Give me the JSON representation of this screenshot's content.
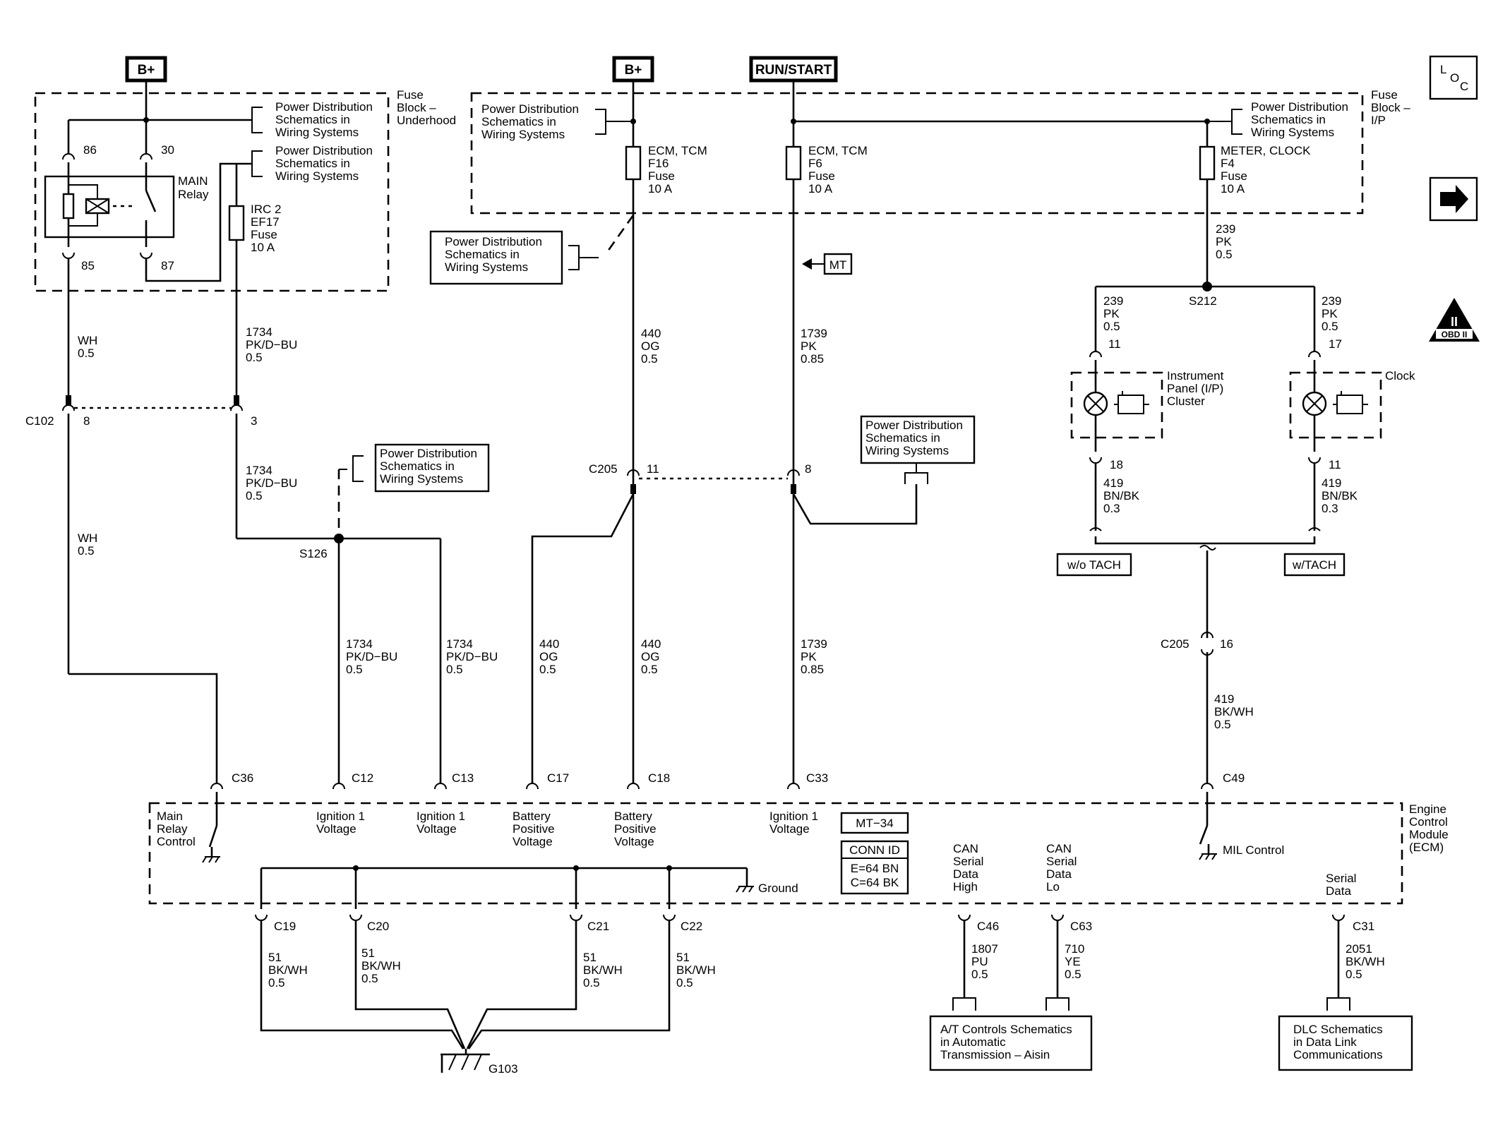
{
  "power": {
    "bplus_left": "B+",
    "bplus_center": "B+",
    "run_start": "RUN/START",
    "mt_tag": "MT",
    "mt34": "MT−34",
    "conn_id": "CONN ID",
    "conn_e": "E=64 BN",
    "conn_c": "C=64 BK"
  },
  "fuse_blocks": {
    "underhood": [
      "Fuse",
      "Block –",
      "Underhood"
    ],
    "ip": [
      "Fuse",
      "Block –",
      "I/P"
    ]
  },
  "ref": [
    "Power Distribution",
    "Schematics in",
    "Wiring Systems"
  ],
  "relay": {
    "name": [
      "MAIN",
      "Relay"
    ],
    "pins": [
      "86",
      "30",
      "85",
      "87"
    ]
  },
  "fuses": {
    "irc2": [
      "IRC 2",
      "EF17",
      "Fuse",
      "10 A"
    ],
    "f16": [
      "ECM, TCM",
      "F16",
      "Fuse",
      "10 A"
    ],
    "f6": [
      "ECM, TCM",
      "F6",
      "Fuse",
      "10 A"
    ],
    "f4": [
      "METER, CLOCK",
      "F4",
      "Fuse",
      "10 A"
    ]
  },
  "wires": {
    "wh_top": [
      "WH",
      "0.5"
    ],
    "wh_mid": [
      "WH",
      "0.5"
    ],
    "pk_dbu_1": [
      "1734",
      "PK/D−BU",
      "0.5"
    ],
    "pk_dbu_2": [
      "1734",
      "PK/D−BU",
      "0.5"
    ],
    "pk_dbu_3": [
      "1734",
      "PK/D−BU",
      "0.5"
    ],
    "pk_dbu_4": [
      "1734",
      "PK/D−BU",
      "0.5"
    ],
    "og_top": [
      "440",
      "OG",
      "0.5"
    ],
    "og_b1": [
      "440",
      "OG",
      "0.5"
    ],
    "og_b2": [
      "440",
      "OG",
      "0.5"
    ],
    "pk_top": [
      "1739",
      "PK",
      "0.85"
    ],
    "pk_bot": [
      "1739",
      "PK",
      "0.85"
    ],
    "p239_top": [
      "239",
      "PK",
      "0.5"
    ],
    "p239_l": [
      "239",
      "PK",
      "0.5"
    ],
    "p239_r": [
      "239",
      "PK",
      "0.5"
    ],
    "bnbk_l": [
      "419",
      "BN/BK",
      "0.3"
    ],
    "bnbk_r": [
      "419",
      "BN/BK",
      "0.3"
    ],
    "bkwh_419": [
      "419",
      "BK/WH",
      "0.5"
    ],
    "g1": [
      "51",
      "BK/WH",
      "0.5"
    ],
    "g2": [
      "51",
      "BK/WH",
      "0.5"
    ],
    "g3": [
      "51",
      "BK/WH",
      "0.5"
    ],
    "g4": [
      "51",
      "BK/WH",
      "0.5"
    ],
    "pu": [
      "1807",
      "PU",
      "0.5"
    ],
    "ye": [
      "710",
      "YE",
      "0.5"
    ],
    "bkwh_2051": [
      "2051",
      "BK/WH",
      "0.5"
    ]
  },
  "connectors": {
    "c102": "C102",
    "c102_pin_a": "8",
    "c102_pin_b": "3",
    "c205": "C205",
    "c205_pin_a": "11",
    "c205_pin_b": "8",
    "c205b": "C205",
    "c205b_pin": "16",
    "s126": "S126",
    "s212": "S212",
    "ipc_pin_top": "11",
    "ipc_pin_bot": "18",
    "clk_pin_top": "17",
    "clk_pin_bot": "11",
    "c36": "C36",
    "c12": "C12",
    "c13": "C13",
    "c17": "C17",
    "c18": "C18",
    "c33": "C33",
    "c49": "C49",
    "c19": "C19",
    "c20": "C20",
    "c21": "C21",
    "c22": "C22",
    "c46": "C46",
    "c63": "C63",
    "c31": "C31",
    "g103": "G103"
  },
  "components": {
    "ipc": [
      "Instrument",
      "Panel (I/P)",
      "Cluster"
    ],
    "clock": "Clock",
    "wo_tach": "w/o TACH",
    "w_tach": "w/TACH"
  },
  "ecm": {
    "name": [
      "Engine",
      "Control",
      "Module",
      "(ECM)"
    ],
    "main_relay": [
      "Main",
      "Relay",
      "Control"
    ],
    "ign1_a": [
      "Ignition 1",
      "Voltage"
    ],
    "ign1_b": [
      "Ignition 1",
      "Voltage"
    ],
    "batt_a": [
      "Battery",
      "Positive",
      "Voltage"
    ],
    "batt_b": [
      "Battery",
      "Positive",
      "Voltage"
    ],
    "ign1_c": [
      "Ignition 1",
      "Voltage"
    ],
    "mil": "MIL Control",
    "ground": "Ground",
    "can_hi": [
      "CAN",
      "Serial",
      "Data",
      "High"
    ],
    "can_lo": [
      "CAN",
      "Serial",
      "Data",
      "Lo"
    ],
    "serial": [
      "Serial",
      "Data"
    ]
  },
  "refs": {
    "at": [
      "A/T Controls Schematics",
      "in Automatic",
      "Transmission – Aisin"
    ],
    "dlc": [
      "DLC Schematics",
      "in Data Link",
      "Communications"
    ]
  },
  "nav": {
    "loc_l": "L",
    "loc_o": "O",
    "loc_c": "C",
    "obd": "OBD II",
    "obd_num": "II"
  }
}
